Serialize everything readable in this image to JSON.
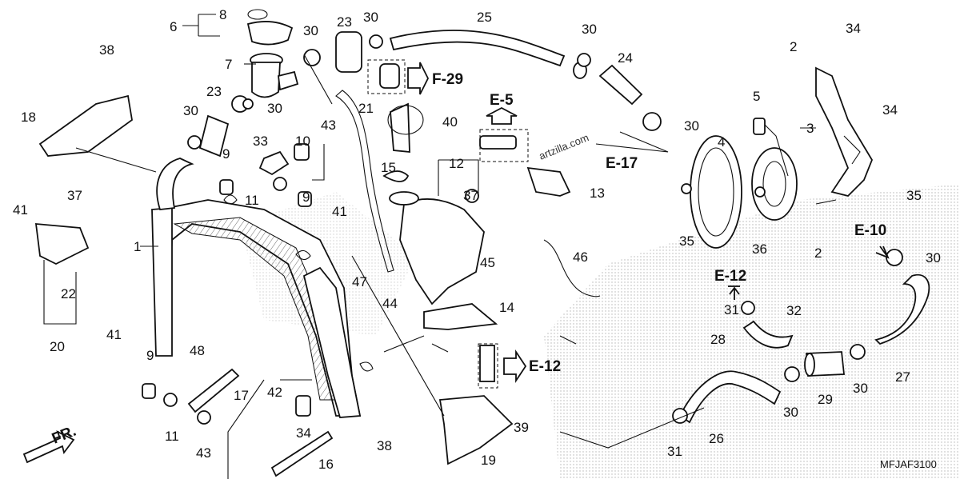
{
  "diagram": {
    "part_numbers": [
      "1",
      "2",
      "2",
      "3",
      "4",
      "5",
      "6",
      "7",
      "8",
      "9",
      "9",
      "9",
      "10",
      "11",
      "11",
      "12",
      "13",
      "14",
      "15",
      "16",
      "17",
      "18",
      "19",
      "20",
      "21",
      "22",
      "23",
      "23",
      "24",
      "25",
      "26",
      "27",
      "28",
      "29",
      "30",
      "30",
      "30",
      "30",
      "30",
      "30",
      "30",
      "30",
      "30",
      "31",
      "31",
      "32",
      "33",
      "34",
      "34",
      "34",
      "35",
      "35",
      "36",
      "37",
      "37",
      "38",
      "38",
      "39",
      "40",
      "41",
      "41",
      "41",
      "42",
      "43",
      "43",
      "44",
      "45",
      "46",
      "47",
      "48"
    ],
    "references": [
      "E-5",
      "E-12",
      "E-12",
      "E-17",
      "E-10",
      "F-29"
    ],
    "front_label": "FR.",
    "diagram_code": "MFJAF3100",
    "watermark": "artzilla.com"
  }
}
